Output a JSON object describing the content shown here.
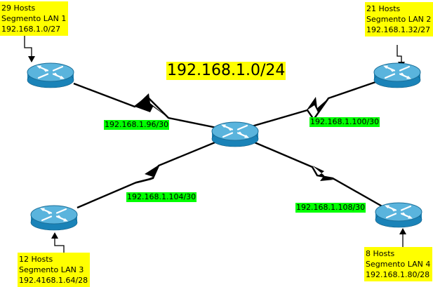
{
  "title": "192.168.1.0/24",
  "lans": [
    {
      "hosts": "29 Hosts",
      "segment": "Segmento LAN 1",
      "network": "192.168.1.0/27"
    },
    {
      "hosts": "21 Hosts",
      "segment": "Segmento LAN 2",
      "network": "192.168.1.32/27"
    },
    {
      "hosts": "12 Hosts",
      "segment": "Segmento LAN 3",
      "network": "192.4168.1.64/28"
    },
    {
      "hosts": "8 Hosts",
      "segment": "Segmento LAN 4",
      "network": "192.168.1.80/28"
    }
  ],
  "wan_links": [
    {
      "network": "192.168.1.96/30"
    },
    {
      "network": "192.168.1.100/30"
    },
    {
      "network": "192.168.1.104/30"
    },
    {
      "network": "192.168.1.108/30"
    }
  ],
  "colors": {
    "lan_box": "#ffff00",
    "wan_label": "#00ff00",
    "router_body": "#1a83b8",
    "router_top": "#5ab4dd",
    "link": "#000000"
  },
  "icons": {
    "router": "router-icon",
    "serial_link": "lightning-bolt-icon"
  }
}
